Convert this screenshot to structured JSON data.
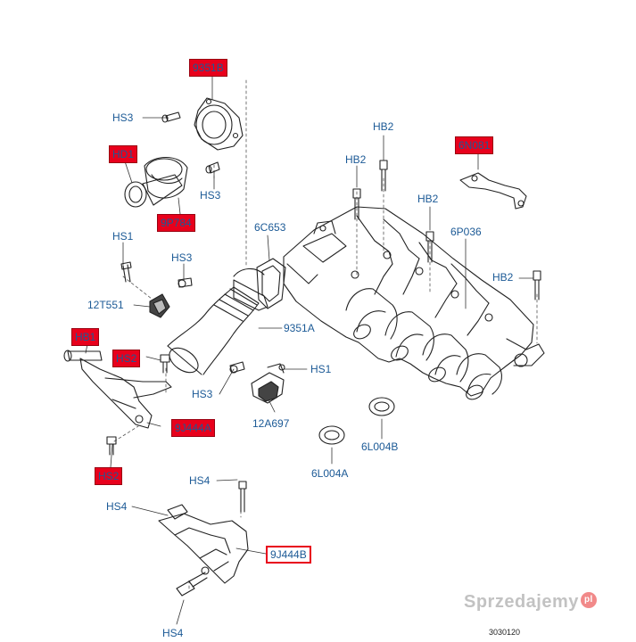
{
  "diagram": {
    "labels": {
      "p9351b": "9351B",
      "hs3_top": "HS3",
      "hd1": "HD1",
      "hs3_mid": "HS3",
      "p9p784": "9P784",
      "hs1_left": "HS1",
      "hs3_left": "HS3",
      "p12t551": "12T551",
      "hb1": "HB1",
      "hs2_top": "HS2",
      "hs3_low": "HS3",
      "p9j444a": "9J444A",
      "hs2_bottom": "HS2",
      "hs4_top": "HS4",
      "hs4_left": "HS4",
      "p9j444b": "9J444B",
      "hs4_bottom": "HS4",
      "p6c653": "6C653",
      "p9351a": "9351A",
      "hs1_right": "HS1",
      "p12a697": "12A697",
      "hb2_1": "HB2",
      "hb2_2": "HB2",
      "hb2_3": "HB2",
      "hb2_4": "HB2",
      "p6n081": "6N081",
      "p6p036": "6P036",
      "p6l004a": "6L004A",
      "p6l004b": "6L004B"
    },
    "figure_code": "3030120",
    "watermark": "Sprzedajemy",
    "watermark_badge": "pl",
    "colors": {
      "label_text": "#1c5a96",
      "highlight_fill": "#e8001c",
      "line_art": "#222222"
    }
  }
}
